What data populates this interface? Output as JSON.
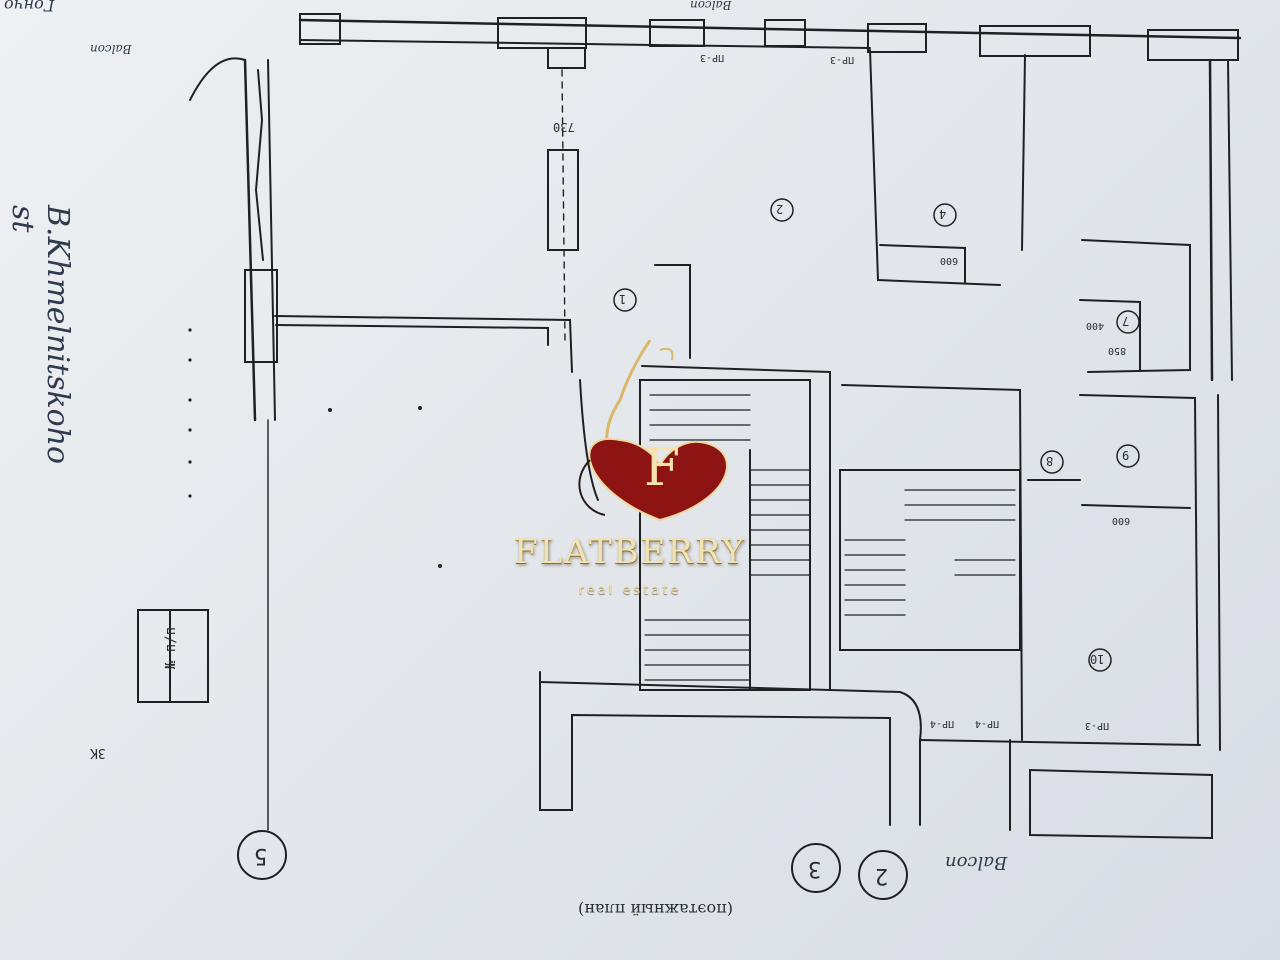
{
  "plan": {
    "street_label": "B.Khmelnitskoho st",
    "rooms": [
      "1",
      "2",
      "4",
      "7",
      "8",
      "9",
      "10"
    ],
    "axes": [
      "5",
      "3",
      "2"
    ],
    "dims": [
      "730",
      "600",
      "400",
      "850",
      "600"
    ],
    "openings": [
      "ПР-3",
      "ПР-3",
      "ПР-4",
      "ПР-4",
      "ПР-3"
    ],
    "balcony_labels": [
      "Balcon",
      "Balcon",
      "Balcon"
    ],
    "table_header": "№ п/п",
    "bottom_caption": "(поэтажный план)",
    "margin_text": "ЗК",
    "top_scrawl": "Гончо"
  },
  "watermark": {
    "brand": "FLATBERRY",
    "tagline": "real estate",
    "monogram": "F"
  },
  "colors": {
    "paper": "#e8ebee",
    "ink": "#1e1f23",
    "logo_red": "#8e1414",
    "logo_gold": "#d9b86a"
  }
}
